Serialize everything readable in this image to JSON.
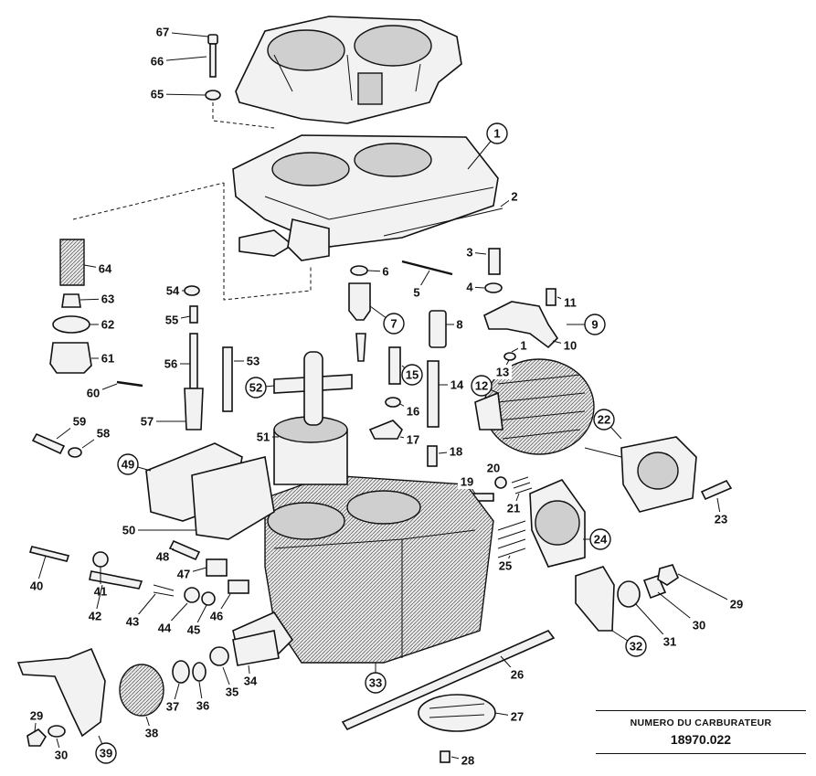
{
  "title_block": {
    "caption": "NUMERO DU CARBURATEUR",
    "number": "18970.022"
  },
  "callouts": [
    {
      "id": "c67",
      "text": "67",
      "circled": false
    },
    {
      "id": "c66",
      "text": "66",
      "circled": false
    },
    {
      "id": "c65",
      "text": "65",
      "circled": false
    },
    {
      "id": "c1",
      "text": "1",
      "circled": true
    },
    {
      "id": "c2",
      "text": "2",
      "circled": false
    },
    {
      "id": "c3",
      "text": "3",
      "circled": false
    },
    {
      "id": "c4",
      "text": "4",
      "circled": false
    },
    {
      "id": "c5",
      "text": "5",
      "circled": false
    },
    {
      "id": "c6",
      "text": "6",
      "circled": false
    },
    {
      "id": "c7",
      "text": "7",
      "circled": true
    },
    {
      "id": "c8",
      "text": "8",
      "circled": false
    },
    {
      "id": "c9",
      "text": "9",
      "circled": true
    },
    {
      "id": "c10",
      "text": "10",
      "circled": false
    },
    {
      "id": "c11",
      "text": "11",
      "circled": false
    },
    {
      "id": "c12",
      "text": "12",
      "circled": true
    },
    {
      "id": "c13",
      "text": "13",
      "circled": false
    },
    {
      "id": "c14",
      "text": "14",
      "circled": false
    },
    {
      "id": "c15",
      "text": "15",
      "circled": true
    },
    {
      "id": "c16",
      "text": "16",
      "circled": false
    },
    {
      "id": "c17",
      "text": "17",
      "circled": false
    },
    {
      "id": "c18",
      "text": "18",
      "circled": false
    },
    {
      "id": "c19",
      "text": "19",
      "circled": false
    },
    {
      "id": "c20",
      "text": "20",
      "circled": false
    },
    {
      "id": "c21",
      "text": "21",
      "circled": false
    },
    {
      "id": "c22",
      "text": "22",
      "circled": true
    },
    {
      "id": "c23",
      "text": "23",
      "circled": false
    },
    {
      "id": "c24",
      "text": "24",
      "circled": true
    },
    {
      "id": "c25",
      "text": "25",
      "circled": false
    },
    {
      "id": "c26",
      "text": "26",
      "circled": false
    },
    {
      "id": "c27",
      "text": "27",
      "circled": false
    },
    {
      "id": "c28",
      "text": "28",
      "circled": false
    },
    {
      "id": "c29a",
      "text": "29",
      "circled": false
    },
    {
      "id": "c30a",
      "text": "30",
      "circled": false
    },
    {
      "id": "c31",
      "text": "31",
      "circled": false
    },
    {
      "id": "c32",
      "text": "32",
      "circled": true
    },
    {
      "id": "c33",
      "text": "33",
      "circled": true
    },
    {
      "id": "c34",
      "text": "34",
      "circled": false
    },
    {
      "id": "c35",
      "text": "35",
      "circled": false
    },
    {
      "id": "c36",
      "text": "36",
      "circled": false
    },
    {
      "id": "c37",
      "text": "37",
      "circled": false
    },
    {
      "id": "c38",
      "text": "38",
      "circled": false
    },
    {
      "id": "c39",
      "text": "39",
      "circled": true
    },
    {
      "id": "c29b",
      "text": "29",
      "circled": false
    },
    {
      "id": "c30b",
      "text": "30",
      "circled": false
    },
    {
      "id": "c40",
      "text": "40",
      "circled": false
    },
    {
      "id": "c41",
      "text": "41",
      "circled": false
    },
    {
      "id": "c42",
      "text": "42",
      "circled": false
    },
    {
      "id": "c43",
      "text": "43",
      "circled": false
    },
    {
      "id": "c44",
      "text": "44",
      "circled": false
    },
    {
      "id": "c45",
      "text": "45",
      "circled": false
    },
    {
      "id": "c46",
      "text": "46",
      "circled": false
    },
    {
      "id": "c47",
      "text": "47",
      "circled": false
    },
    {
      "id": "c48",
      "text": "48",
      "circled": false
    },
    {
      "id": "c49",
      "text": "49",
      "circled": true
    },
    {
      "id": "c50",
      "text": "50",
      "circled": false
    },
    {
      "id": "c51",
      "text": "51",
      "circled": false
    },
    {
      "id": "c52",
      "text": "52",
      "circled": true
    },
    {
      "id": "c53",
      "text": "53",
      "circled": false
    },
    {
      "id": "c54",
      "text": "54",
      "circled": false
    },
    {
      "id": "c55",
      "text": "55",
      "circled": false
    },
    {
      "id": "c56",
      "text": "56",
      "circled": false
    },
    {
      "id": "c57",
      "text": "57",
      "circled": false
    },
    {
      "id": "c58",
      "text": "58",
      "circled": false
    },
    {
      "id": "c59",
      "text": "59",
      "circled": false
    },
    {
      "id": "c60",
      "text": "60",
      "circled": false
    },
    {
      "id": "c61",
      "text": "61",
      "circled": false
    },
    {
      "id": "c62",
      "text": "62",
      "circled": false
    },
    {
      "id": "c63",
      "text": "63",
      "circled": false
    },
    {
      "id": "c64",
      "text": "64",
      "circled": false
    },
    {
      "id": "c1b",
      "text": "1",
      "circled": false
    }
  ]
}
